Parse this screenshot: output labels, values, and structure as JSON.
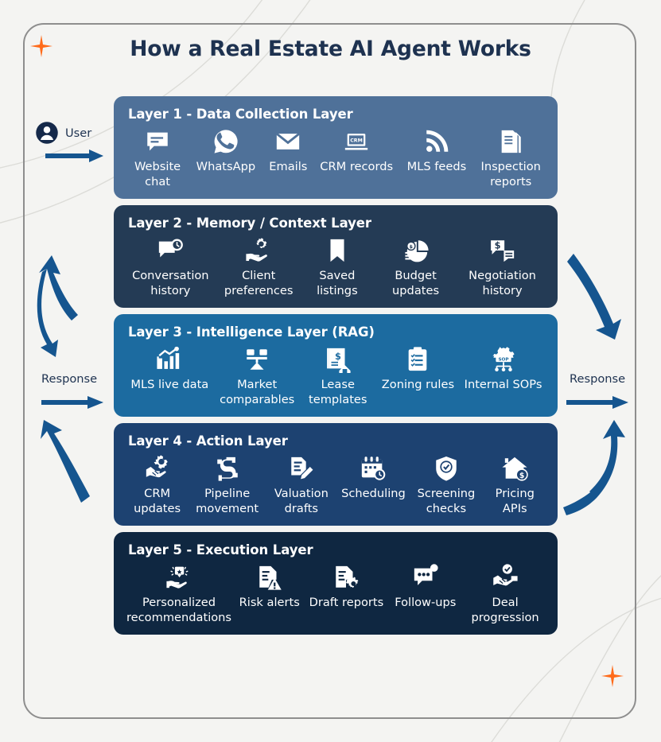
{
  "page": {
    "title": "How a Real Estate AI Agent Works",
    "background_color": "#f4f4f2",
    "title_color": "#1e3250",
    "frame_color": "#8e8e8e",
    "accent_color": "#ff6b1a",
    "arrow_color": "#15558f"
  },
  "flow": {
    "user_label": "User",
    "user_icon": "user-avatar-icon",
    "response_left_label": "Response",
    "response_right_label": "Response",
    "arrows": [
      {
        "name": "user-input-arrow",
        "kind": "straight-right"
      },
      {
        "name": "left-bidirectional-arrow",
        "kind": "curved-double"
      },
      {
        "name": "response-left-arrow",
        "kind": "straight-right"
      },
      {
        "name": "left-up-arrow",
        "kind": "curved-up"
      },
      {
        "name": "right-down-arrow",
        "kind": "curved-down"
      },
      {
        "name": "response-right-arrow",
        "kind": "straight-right"
      },
      {
        "name": "right-bidirectional-arrow",
        "kind": "curved-double-up"
      }
    ]
  },
  "layers": [
    {
      "id": "layer-1",
      "title": "Layer 1 - Data Collection Layer",
      "color": "#4f7199",
      "items": [
        {
          "label": "Website\nchat",
          "icon": "chat-bubble-icon"
        },
        {
          "label": "WhatsApp",
          "icon": "whatsapp-icon"
        },
        {
          "label": "Emails",
          "icon": "envelope-icon"
        },
        {
          "label": "CRM records",
          "icon": "crm-laptop-icon"
        },
        {
          "label": "MLS feeds",
          "icon": "rss-feed-icon"
        },
        {
          "label": "Inspection\nreports",
          "icon": "documents-icon"
        }
      ]
    },
    {
      "id": "layer-2",
      "title": "Layer 2 - Memory / Context Layer",
      "color": "#243b55",
      "items": [
        {
          "label": "Conversation\nhistory",
          "icon": "chat-history-icon"
        },
        {
          "label": "Client\npreferences",
          "icon": "hand-gear-icon"
        },
        {
          "label": "Saved\nlistings",
          "icon": "bookmark-icon"
        },
        {
          "label": "Budget\nupdates",
          "icon": "budget-pie-icon"
        },
        {
          "label": "Negotiation\nhistory",
          "icon": "money-chat-icon"
        }
      ]
    },
    {
      "id": "layer-3",
      "title": "Layer 3 - Intelligence Layer (RAG)",
      "color": "#1c6ba0",
      "items": [
        {
          "label": "MLS live data",
          "icon": "bar-chart-trend-icon"
        },
        {
          "label": "Market\ncomparables",
          "icon": "balance-scale-icon"
        },
        {
          "label": "Lease\ntemplates",
          "icon": "lease-document-icon"
        },
        {
          "label": "Zoning rules",
          "icon": "clipboard-checklist-icon"
        },
        {
          "label": "Internal SOPs",
          "icon": "sop-gear-icon"
        }
      ]
    },
    {
      "id": "layer-4",
      "title": "Layer 4 - Action Layer",
      "color": "#1d4271",
      "items": [
        {
          "label": "CRM\nupdates",
          "icon": "handshake-gear-icon"
        },
        {
          "label": "Pipeline\nmovement",
          "icon": "pipeline-flow-icon"
        },
        {
          "label": "Valuation\ndrafts",
          "icon": "document-pencil-icon"
        },
        {
          "label": "Scheduling",
          "icon": "calendar-clock-icon"
        },
        {
          "label": "Screening\nchecks",
          "icon": "shield-check-icon"
        },
        {
          "label": "Pricing\nAPIs",
          "icon": "house-dollar-icon"
        }
      ]
    },
    {
      "id": "layer-5",
      "title": "Layer 5 - Execution Layer",
      "color": "#0f2741",
      "items": [
        {
          "label": "Personalized\nrecommendations",
          "icon": "hand-star-icon"
        },
        {
          "label": "Risk alerts",
          "icon": "document-warning-icon"
        },
        {
          "label": "Draft reports",
          "icon": "document-gear-icon"
        },
        {
          "label": "Follow-ups",
          "icon": "chat-dots-icon"
        },
        {
          "label": "Deal\nprogression",
          "icon": "handshake-check-icon"
        }
      ]
    }
  ]
}
